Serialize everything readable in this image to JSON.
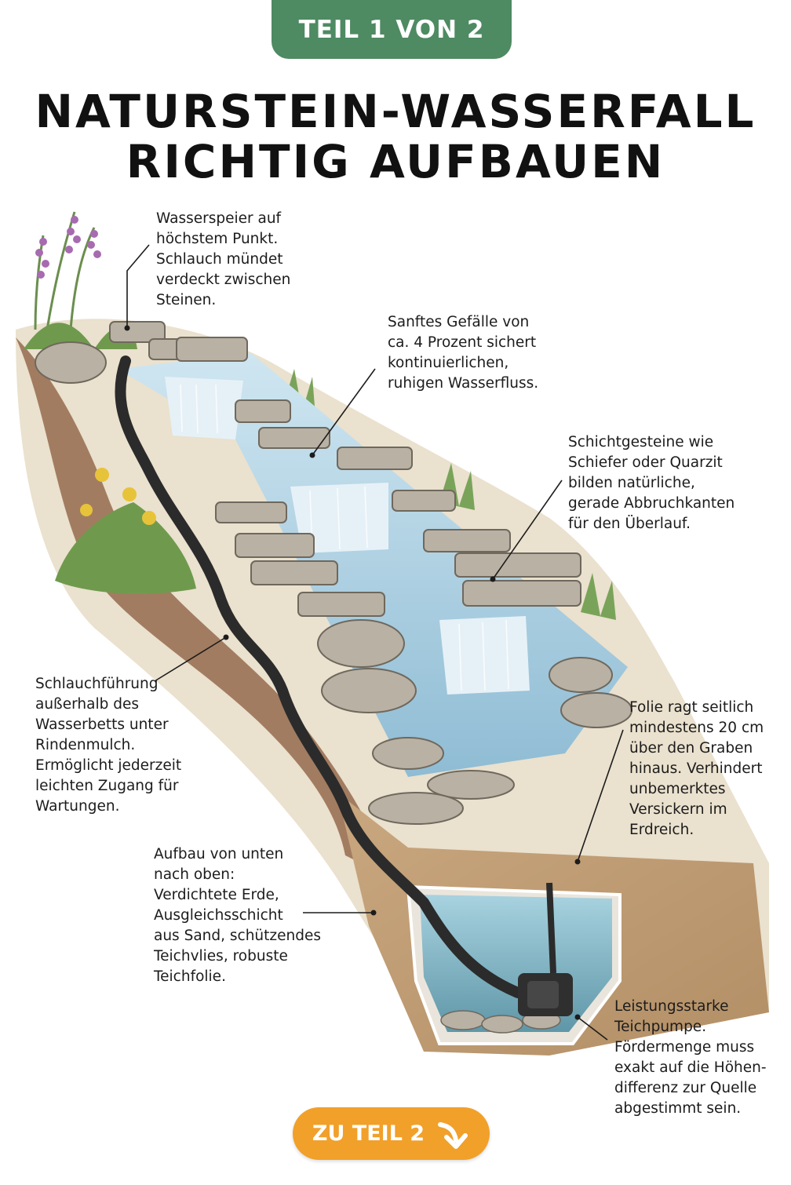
{
  "badge": "TEIL 1 VON 2",
  "title": {
    "line1": "NATURSTEIN-WASSERFALL",
    "line2": "RICHTIG AUFBAUEN"
  },
  "annotations": {
    "spout": [
      "Wasserspeier auf",
      "höchstem Punkt.",
      "Schlauch mündet",
      "verdeckt zwischen",
      "Steinen."
    ],
    "slope": [
      "Sanftes Gefälle von",
      "ca. 4 Prozent sichert",
      "kontinuierlichen,",
      "ruhigen Wasserfluss."
    ],
    "stones": [
      "Schichtgesteine wie",
      "Schiefer oder Quarzit",
      "bilden natürliche,",
      "gerade Abbruchkanten",
      "für den Überlauf."
    ],
    "hose": [
      "Schlauchführung",
      "außerhalb des",
      "Wasserbetts unter",
      "Rindenmulch.",
      "Ermöglicht jederzeit",
      "leichten Zugang für",
      "Wartungen."
    ],
    "liner": [
      "Folie ragt seitlich",
      "mindestens 20 cm",
      "über den Graben",
      "hinaus. Verhindert",
      "unbemerktes",
      "Versickern im",
      "Erdreich."
    ],
    "layers": [
      "Aufbau von unten",
      "nach oben:",
      "Verdichtete Erde,",
      "Ausgleichsschicht",
      "aus Sand, schützendes",
      "Teichvlies, robuste",
      "Teichfolie."
    ],
    "pump": [
      "Leistungsstarke",
      "Teichpumpe.",
      "Fördermenge muss",
      "exakt auf die Höhen-",
      "differenz zur Quelle",
      "abgestimmt sein."
    ]
  },
  "cta": {
    "label": "ZU TEIL 2",
    "icon": "arrow-down-right-icon"
  },
  "colors": {
    "badge": "#4e8a62",
    "cta": "#f1a02a",
    "water": "#a9cfe3",
    "stone": "#b9b1a3",
    "soil": "#8a5a3c",
    "hose": "#2b2b2b"
  }
}
